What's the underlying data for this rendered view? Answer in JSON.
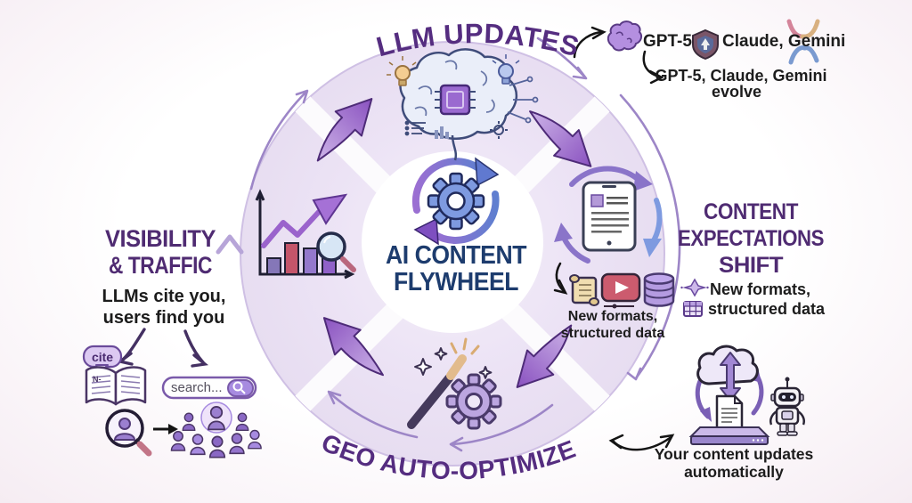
{
  "colors": {
    "background_tint": "#f8f1f6",
    "flywheel_fill": "#eae1f3",
    "heading_purple": "#4f2b72",
    "center_navy": "#1d3c6e",
    "bold_arrow_purple": "#8a52c0",
    "thin_arc_purple": "#9d86c7",
    "body_text": "#1c1c1c",
    "accent_red": "#c4556a",
    "accent_blue": "#7e9ae0",
    "accent_tan": "#ecd9ab",
    "icon_purple": "#9b7fd0"
  },
  "flywheel": {
    "top_label": "LLM UPDATES",
    "bottom_label": "GEO AUTO-OPTIMIZES",
    "center_line1": "AI CONTENT",
    "center_line2": "FLYWHEEL"
  },
  "left_panel": {
    "title_line1": "VISIBILITY",
    "title_line2": "& TRAFFIC",
    "note_line1": "LLMs cite you,",
    "note_line2": "users find you",
    "cite_label": "cite",
    "book_marking": "N-",
    "search_text": "search..."
  },
  "right_panel": {
    "title_line1": "CONTENT",
    "title_line2": "EXPECTATIONS",
    "title_line3": "SHIFT",
    "bullet1": "New formats,",
    "bullet2": "structured data"
  },
  "llm_callout": {
    "models_prefix": "GPT-5,",
    "models_suffix": "Claude, Gemini",
    "evolve_line1": "GPT-5, Claude, Gemini",
    "evolve_line2": "evolve"
  },
  "formats_note": {
    "line1": "New formats,",
    "line2": "structured data"
  },
  "auto_update_note": {
    "line1": "Your content updates",
    "line2": "automatically"
  }
}
